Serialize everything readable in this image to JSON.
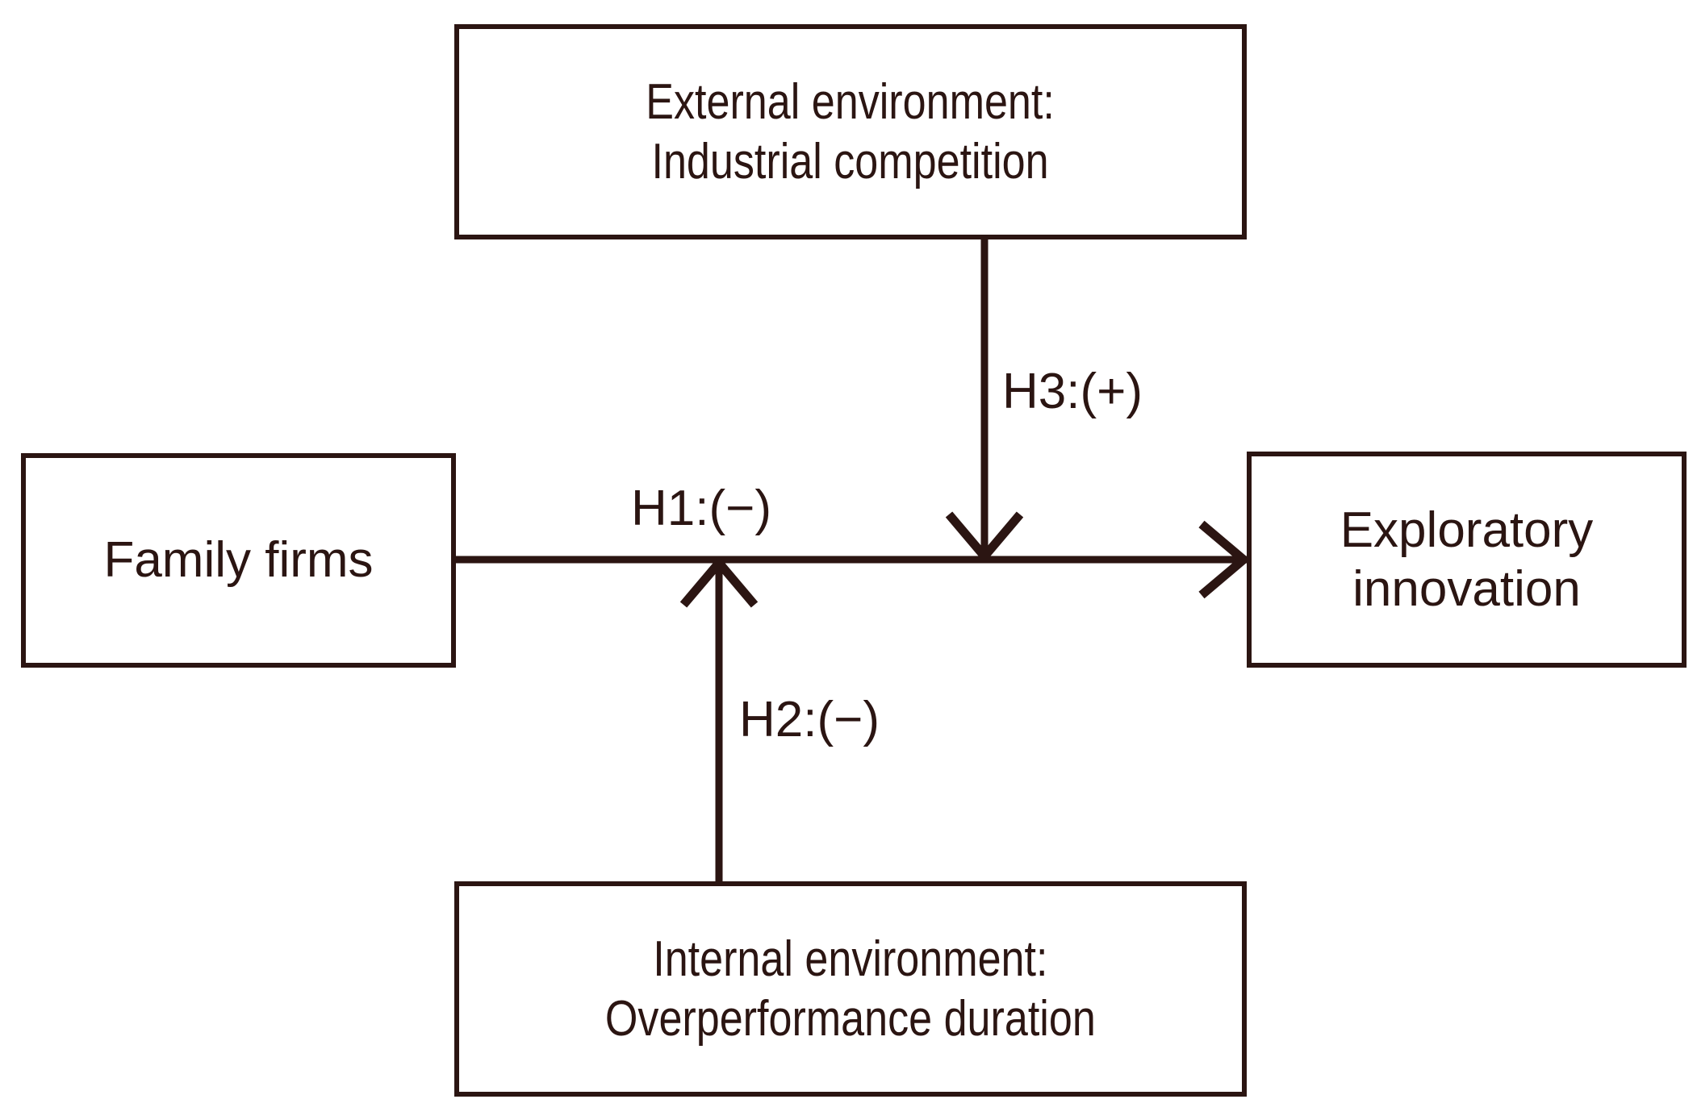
{
  "diagram": {
    "type": "conceptual-research-model",
    "background_color": "#ffffff",
    "line_color": "#2b1512",
    "nodes": [
      {
        "id": "external",
        "label": "External environment:\nIndustrial competition",
        "position": "top-center"
      },
      {
        "id": "family",
        "label": "Family firms",
        "position": "middle-left"
      },
      {
        "id": "exploratory",
        "label": "Exploratory\ninnovation",
        "position": "middle-right"
      },
      {
        "id": "internal",
        "label": "Internal environment:\nOverperformance duration",
        "position": "bottom-center"
      }
    ],
    "edges": [
      {
        "id": "h1",
        "label": "H1:(−)",
        "from": "family",
        "to": "exploratory",
        "direction": "horizontal-right",
        "sign": "negative"
      },
      {
        "id": "h3",
        "label": "H3:(+)",
        "from": "external",
        "to": "h1-path",
        "direction": "vertical-down",
        "sign": "positive",
        "role": "moderator"
      },
      {
        "id": "h2",
        "label": "H2:(−)",
        "from": "internal",
        "to": "h1-path",
        "direction": "vertical-up",
        "sign": "negative",
        "role": "moderator"
      }
    ]
  }
}
